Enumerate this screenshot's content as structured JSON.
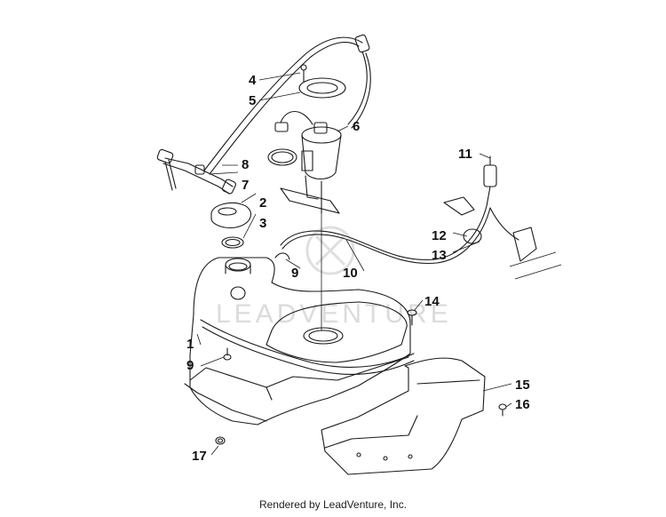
{
  "watermark": "LEADVENTURE",
  "footer": "Rendered by LeadVenture, Inc.",
  "callouts": {
    "c1": "1",
    "c2": "2",
    "c3": "3",
    "c4": "4",
    "c5": "5",
    "c6": "6",
    "c7": "7",
    "c8": "8",
    "c9a": "9",
    "c9b": "9",
    "c10": "10",
    "c11": "11",
    "c12": "12",
    "c13": "13",
    "c14": "14",
    "c15": "15",
    "c16": "16",
    "c17": "17"
  }
}
